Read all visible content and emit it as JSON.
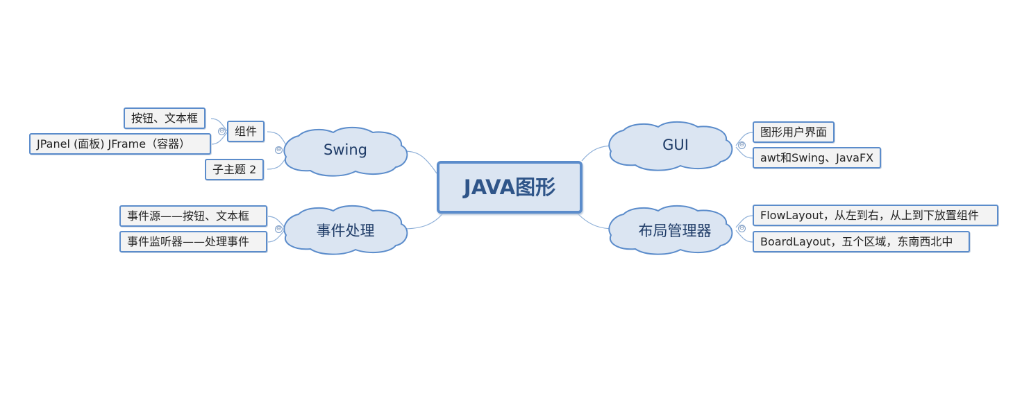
{
  "root": {
    "label": "JAVA图形"
  },
  "topics": {
    "swing": {
      "label": "Swing",
      "components": {
        "label": "组件",
        "children": [
          "按钮、文本框",
          "JPanel (面板)  JFrame（容器）"
        ]
      },
      "subtopic": "子主题 2"
    },
    "events": {
      "label": "事件处理",
      "children": [
        "事件源——按钮、文本框",
        "事件监听器——处理事件"
      ]
    },
    "gui": {
      "label": "GUI",
      "children": [
        "图形用户界面",
        "awt和Swing、JavaFX"
      ]
    },
    "layout": {
      "label": "布局管理器",
      "children": [
        "FlowLayout，从左到右，从上到下放置组件",
        "BoardLayout，五个区域，东南西北中"
      ]
    }
  },
  "colors": {
    "node_border": "#5b8ccb",
    "cloud_fill": "#dbe5f2",
    "connector": "#8fb0d8",
    "root_text": "#2f5589"
  },
  "collapse_glyph": "⊖"
}
